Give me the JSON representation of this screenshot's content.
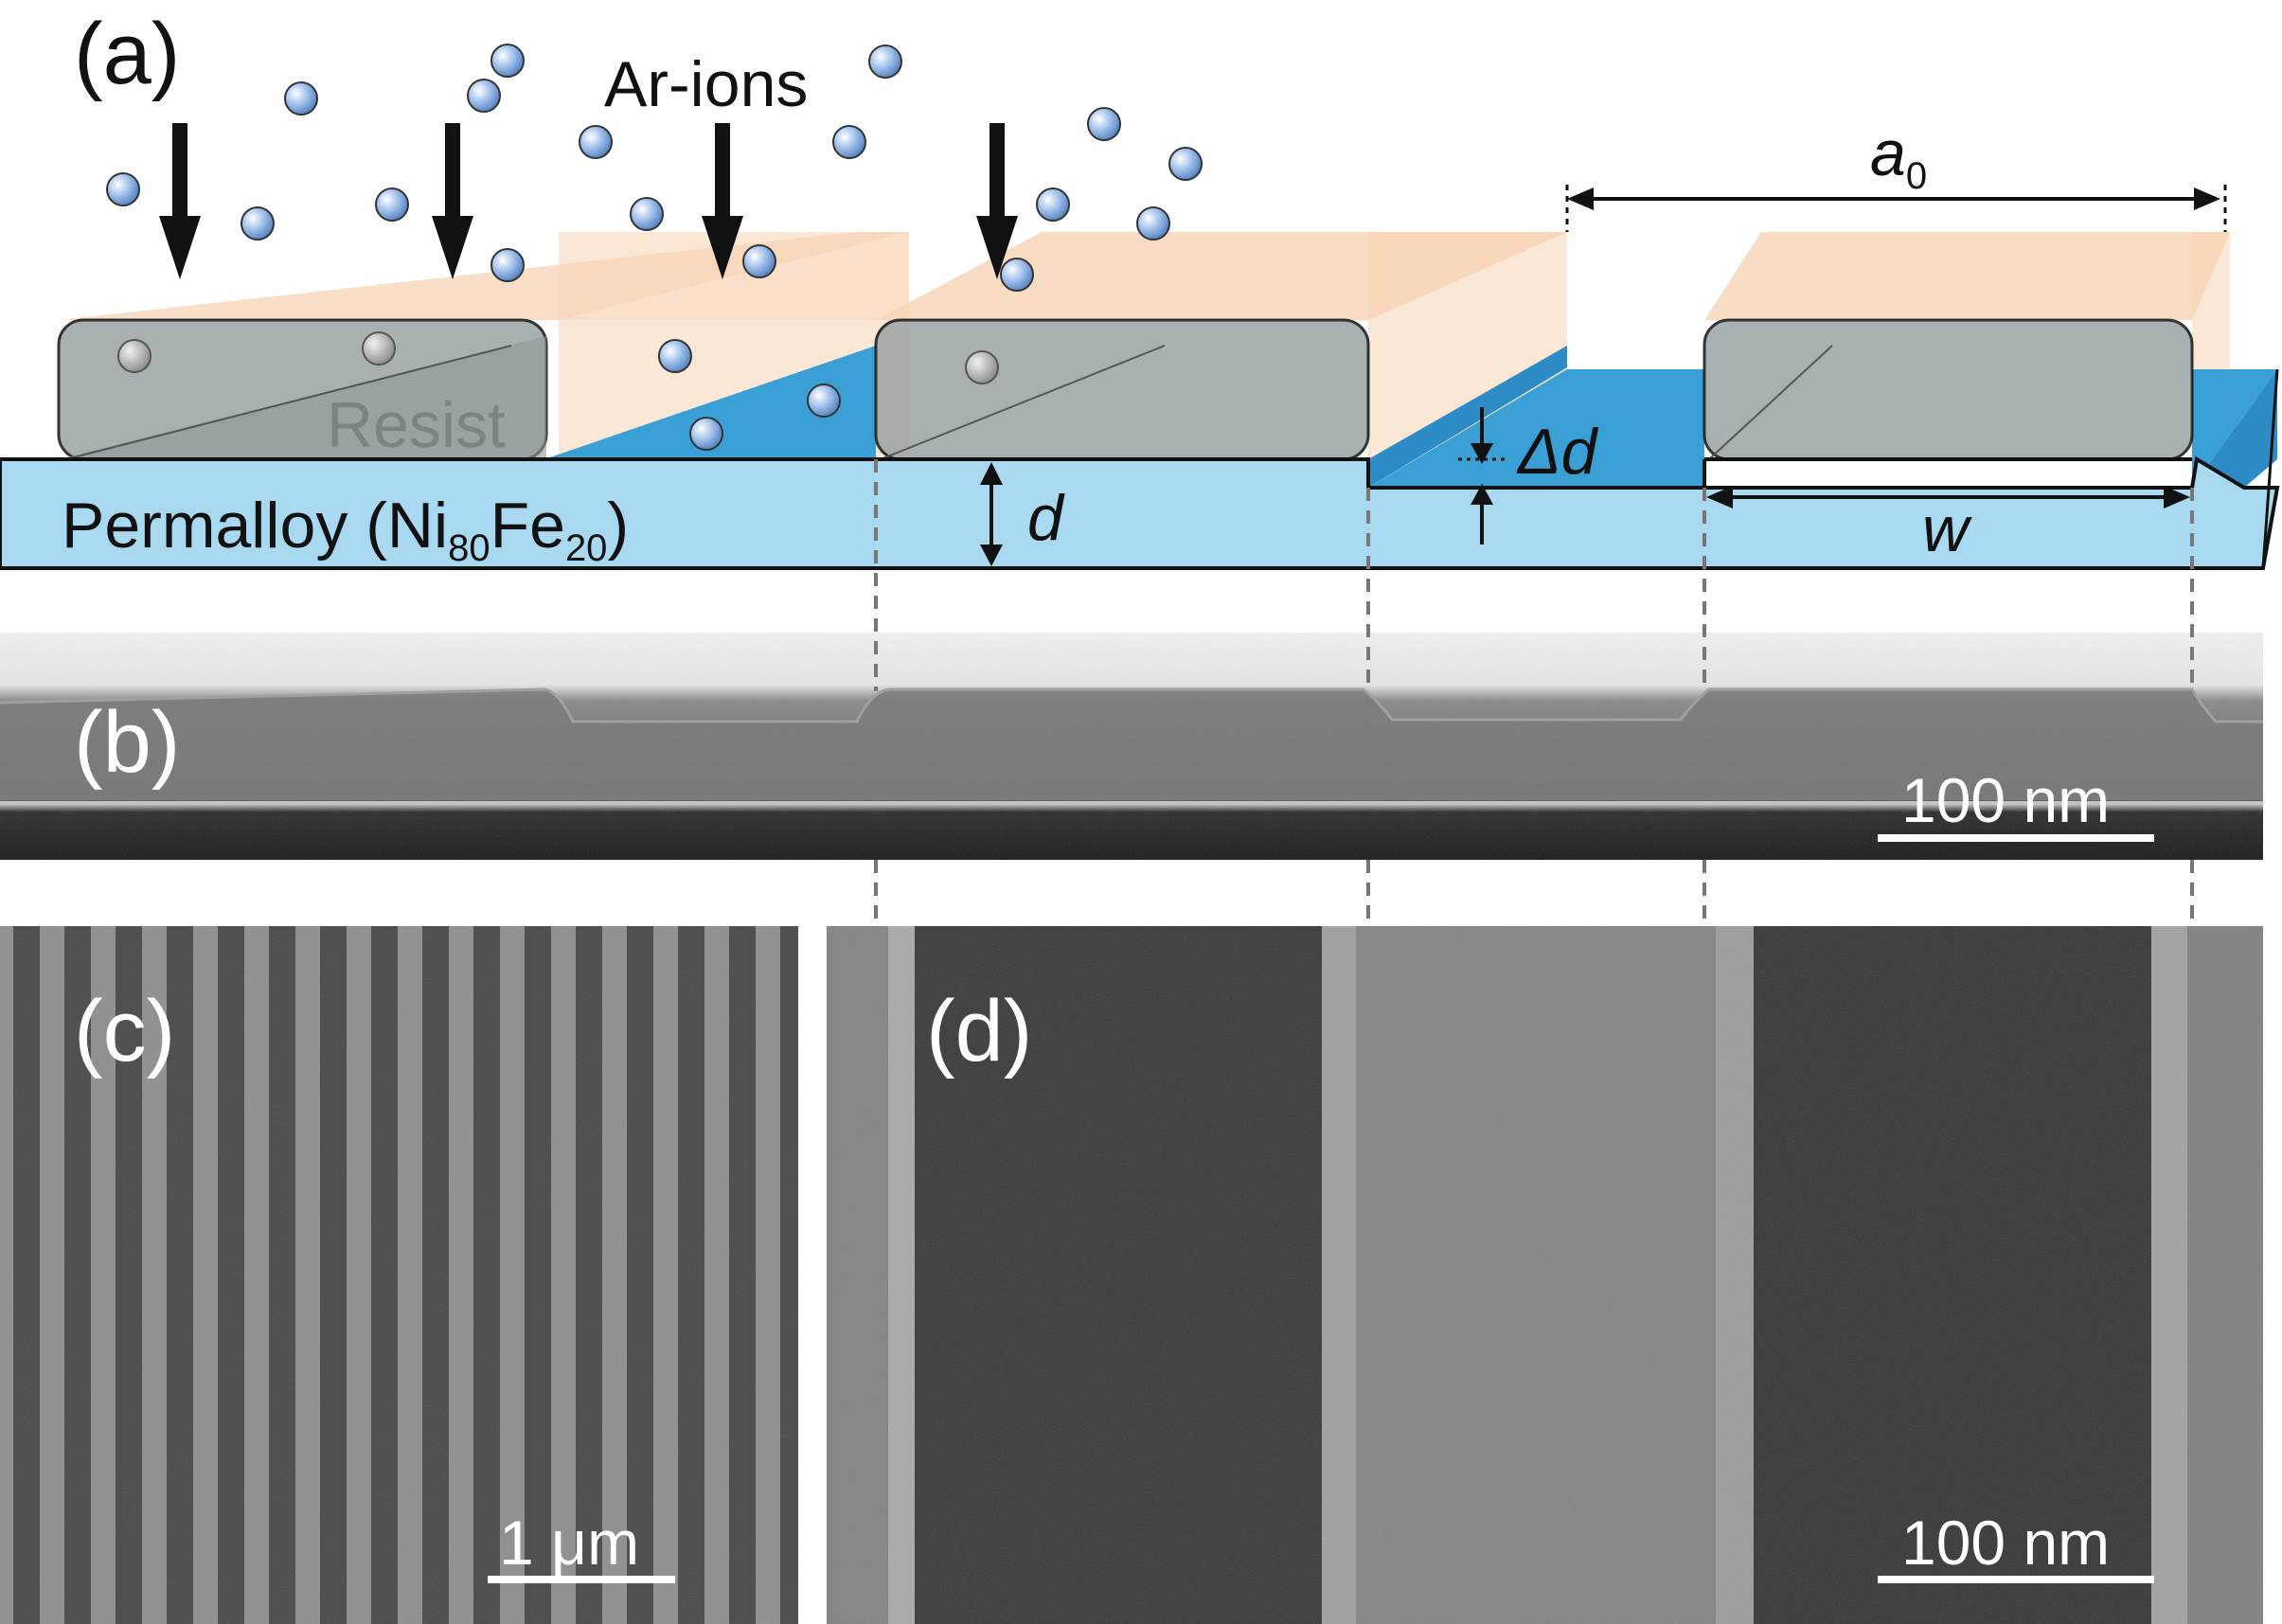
{
  "panels": {
    "a": "(a)",
    "b": "(b)",
    "c": "(c)",
    "d": "(d)"
  },
  "labels": {
    "ions": "Ar-ions",
    "resist": "Resist",
    "material_main": "Permalloy (Ni",
    "material_sub1": "80",
    "material_mid": "Fe",
    "material_sub2": "20",
    "material_end": ")",
    "thickness": "d",
    "delta_thickness": "Δd",
    "width": "w",
    "period": "a",
    "period_sub": "0"
  },
  "scalebars": {
    "b": "100 nm",
    "c": "1 μm",
    "d": "100 nm"
  },
  "colors": {
    "permalloy": "#a9d9f0",
    "etched_blue": "#3a9fd4",
    "resist_orange": "#f7d3b5",
    "resist_gray": "#9aa3a5",
    "ion": "#8fb3e0"
  }
}
